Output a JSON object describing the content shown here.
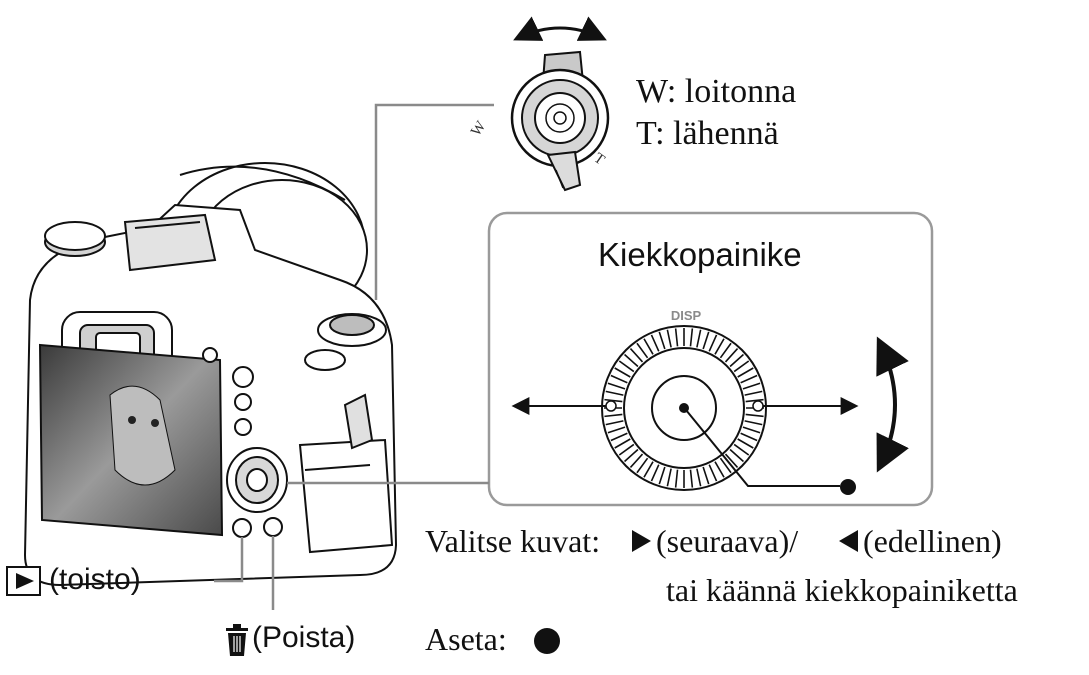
{
  "zoom_lever": {
    "w_label": "W: loitonna",
    "t_label": "T: lähennä",
    "lever_w_mark": "W",
    "lever_t_mark": "T"
  },
  "control_wheel_panel": {
    "title": "Kiekkopainike",
    "disp_label": "DISP"
  },
  "playback_button": {
    "label": "(toisto)"
  },
  "delete_button": {
    "label": "(Poista)"
  },
  "instructions": {
    "select_prefix": "Valitse kuvat:",
    "next_label": "(seuraava)/",
    "prev_label": "(edellinen)",
    "rotate_line": "tai käännä kiekkopainiketta",
    "set_prefix": "Aseta:"
  },
  "colors": {
    "line": "#111111",
    "callout_line": "#8a8a8a",
    "panel_border": "#9a9a9a"
  }
}
